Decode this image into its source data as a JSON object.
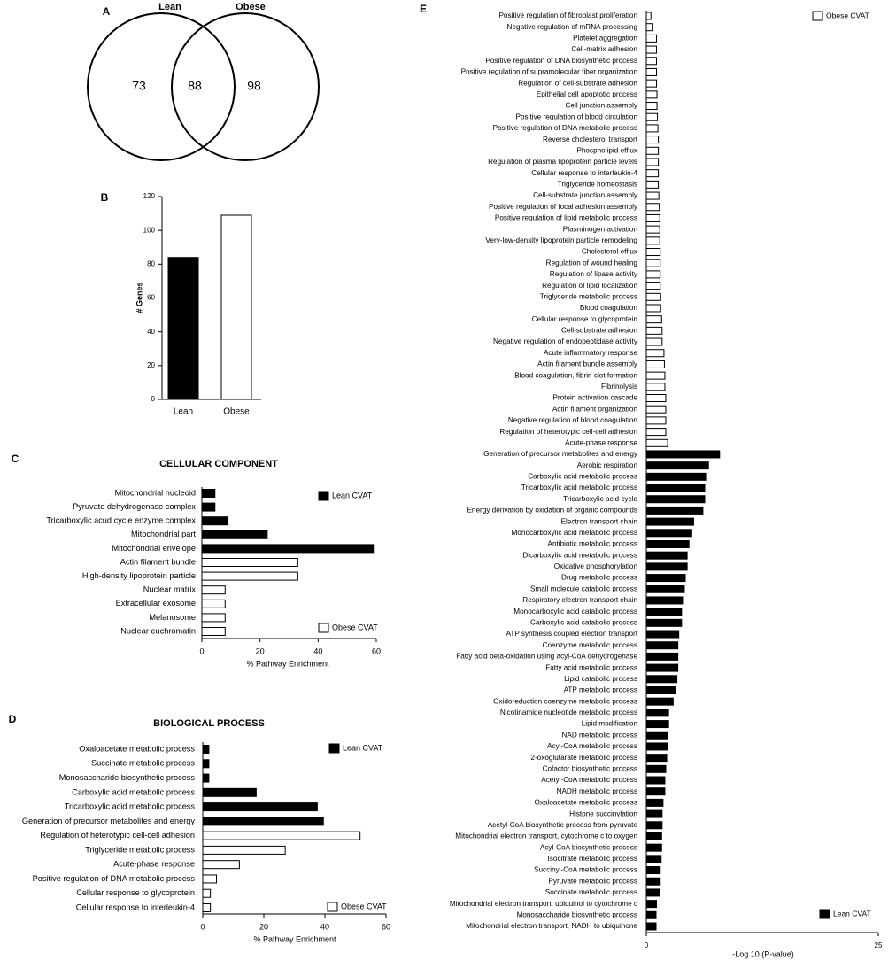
{
  "panels": {
    "A": {
      "letter": "A",
      "left_label": "Lean",
      "right_label": "Obese",
      "left_only": "73",
      "overlap": "88",
      "right_only": "98"
    },
    "B": {
      "letter": "B"
    },
    "C": {
      "letter": "C",
      "title": "CELLULAR COMPONENT"
    },
    "D": {
      "letter": "D",
      "title": "BIOLOGICAL PROCESS"
    },
    "E": {
      "letter": "E"
    }
  },
  "colors": {
    "lean": "#000000",
    "obese": "#ffffff",
    "stroke": "#000000"
  },
  "chart_data": [
    {
      "id": "B",
      "type": "bar",
      "categories": [
        "Lean",
        "Obese"
      ],
      "values": [
        84,
        109
      ],
      "ylabel": "# Genes",
      "ylim": [
        0,
        120
      ],
      "yticks": [
        0,
        20,
        40,
        60,
        80,
        100,
        120
      ],
      "colors": [
        "lean",
        "obese"
      ]
    },
    {
      "id": "C",
      "type": "bar",
      "orientation": "horizontal",
      "title": "CELLULAR COMPONENT",
      "xlabel": "% Pathway Enrichment",
      "xlim": [
        0,
        60
      ],
      "xticks": [
        0,
        20,
        40,
        60
      ],
      "legend": [
        {
          "name": "Lean CVAT",
          "color": "lean",
          "position": "top-right"
        },
        {
          "name": "Obese CVAT",
          "color": "obese",
          "position": "bottom-right"
        }
      ],
      "categories": [
        "Mitochondrial nucleoid",
        "Pyruvate dehydrogenase complex",
        "Tricarboxylic acud cycle enzyme complex",
        "Mitochondrial part",
        "Mitochondrial envelope",
        "Actin filament bundle",
        "High-density lipoprotein particle",
        "Nuclear matrix",
        "Extracellular exosome",
        "Melanosome",
        "Nuclear euchromatin"
      ],
      "values": [
        4.5,
        4.5,
        9,
        22.5,
        59,
        33,
        33,
        8,
        8,
        8,
        8
      ],
      "groups": [
        "lean",
        "lean",
        "lean",
        "lean",
        "lean",
        "obese",
        "obese",
        "obese",
        "obese",
        "obese",
        "obese"
      ]
    },
    {
      "id": "D",
      "type": "bar",
      "orientation": "horizontal",
      "title": "BIOLOGICAL PROCESS",
      "xlabel": "% Pathway Enrichment",
      "xlim": [
        0,
        60
      ],
      "xticks": [
        0,
        20,
        40,
        60
      ],
      "legend": [
        {
          "name": "Lean CVAT",
          "color": "lean",
          "position": "top-right"
        },
        {
          "name": "Obese CVAT",
          "color": "obese",
          "position": "bottom-right"
        }
      ],
      "categories": [
        "Oxaloacetate metabolic process",
        "Succinate metabolic process",
        "Monosaccharide biosynthetic process",
        "Carboxylic acid metabolic process",
        "Tricarboxylic acid metabolic process",
        "Generation of precursor metabolites and energy",
        "Regulation of heterotypic cell-cell adhesion",
        "Triglyceride metabolic process",
        "Acute-phase response",
        "Positive regulation of DNA metabolic process",
        "Cellular response to glycoprotein",
        "Cellular response to interleukin-4"
      ],
      "values": [
        2,
        2,
        2,
        17.5,
        37.5,
        39.5,
        51.5,
        27,
        12,
        4.5,
        2.5,
        2.5
      ],
      "groups": [
        "lean",
        "lean",
        "lean",
        "lean",
        "lean",
        "lean",
        "obese",
        "obese",
        "obese",
        "obese",
        "obese",
        "obese"
      ]
    },
    {
      "id": "E",
      "type": "bar",
      "orientation": "horizontal",
      "xlabel": "-Log 10 (P-value)",
      "xlim": [
        0,
        25
      ],
      "xticks": [
        0,
        25
      ],
      "legend": [
        {
          "name": "Obese CVAT",
          "color": "obese",
          "position": "top-right"
        },
        {
          "name": "Lean CVAT",
          "color": "lean",
          "position": "bottom-right"
        }
      ],
      "categories": [
        "Positive regulation of fibroblast proliferation",
        "Negative regulation of mRNA processing",
        "Platelet aggregation",
        "Cell-matrix adhesion",
        "Positive regulation of DNA biosynthetic process",
        "Positive regulation of supramolecular fiber organization",
        "Regulation of cell-substrate adhesion",
        "Epithelial cell apoptotic process",
        "Cell junction assembly",
        "Positive regulation of blood circulation",
        "Positive regulation of DNA metabolic process",
        "Reverse cholesterol transport",
        "Phospholipid efflux",
        "Regulation of plasma lipoprotein particle levels",
        "Cellular response to interleukin-4",
        "Triglyceride homeostasis",
        "Cell-substrate junction assembly",
        "Positive regulation of focal adhesion assembly",
        "Positive regulation of lipid metabolic process",
        "Plasminogen activation",
        "Very-low-density lipoprotein particle remodeling",
        "Cholesterol efflux",
        "Regulation of wound healing",
        "Regulation of lipase activity",
        "Regulation of lipid localization",
        "Triglyceride metabolic process",
        "Blood coagulation",
        "Cellular response to glycoprotein",
        "Cell-substrate adhesion",
        "Negative regulation of endopeptidase activity",
        "Acute inflammatory response",
        "Actin filament bundle assembly",
        "Blood coagulation, fibrin clot formation",
        "Fibrinolysis",
        "Protein activation cascade",
        "Actin filament organization",
        "Negative regulation of blood coagulation",
        "Regulation of heterotypic cell-cell adhesion",
        "Acute-phase response",
        "Generation of precursor metabolites and energy",
        "Aerobic respiration",
        "Carboxylic acid metabolic process",
        "Tricarboxylic acid metabolic process",
        "Tricarboxylic acid cycle",
        "Energy derivation by oxidation of organic compounds",
        "Electron transport chain",
        "Monocarboxylic acid metabolic process",
        "Antibiotic metabolic process",
        "Dicarboxylic acid metabolic process",
        "Oxidative phosphorylation",
        "Drug metabolic process",
        "Small molecule catabolic process",
        "Respiratory electron transport chain",
        "Monocarboxylic acid catabolic process",
        "Carboxylic acid catabolic process",
        "ATP synthesis coupled electron transport",
        "Coenzyme metabolic process",
        "Fatty acid beta-oxidation using acyl-CoA dehydrogenase",
        "Fatty acid metabolic process",
        "Lipid catabolic process",
        "ATP metabolic process",
        "Oxidoreduction coenzyme metabolic process",
        "Nicotinamide nucleotide metabolic process",
        "Lipid modification",
        "NAD metabolic process",
        "Acyl-CoA metabolic process",
        "2-oxoglutarate metabolic process",
        "Cofactor biosynthetic process",
        "Acetyl-CoA metabolic process",
        "NADH metabolic process",
        "Oxaloacetate metabolic process",
        "Histone succinylation",
        "Acetyl-CoA biosynthetic process from pyruvate",
        "Mitochondrial electron transport, cytochrome c to oxygen",
        "Acyl-CoA biosynthetic process",
        "Isocitrate metabolic process",
        "Succinyl-CoA metabolic process",
        "Pyruvate metabolic process",
        "Succinate metabolic process",
        "Mitochondrial electron transport, ubiquinol to cytochrome c",
        "Monosaccharide biosynthetic process",
        "Mitochondrial electron transport, NADH to ubiquinone"
      ],
      "values": [
        0.5,
        0.7,
        1.1,
        1.1,
        1.1,
        1.1,
        1.1,
        1.15,
        1.15,
        1.2,
        1.25,
        1.3,
        1.3,
        1.3,
        1.3,
        1.3,
        1.35,
        1.4,
        1.45,
        1.45,
        1.45,
        1.5,
        1.5,
        1.5,
        1.5,
        1.55,
        1.55,
        1.65,
        1.7,
        1.7,
        1.9,
        1.95,
        2.0,
        2.0,
        2.1,
        2.1,
        2.1,
        2.1,
        2.3,
        7.9,
        6.7,
        6.4,
        6.3,
        6.3,
        6.1,
        5.1,
        4.9,
        4.6,
        4.4,
        4.4,
        4.2,
        4.1,
        4.0,
        3.8,
        3.8,
        3.5,
        3.4,
        3.4,
        3.4,
        3.3,
        3.1,
        2.9,
        2.4,
        2.4,
        2.3,
        2.3,
        2.2,
        2.1,
        2.0,
        2.0,
        1.8,
        1.7,
        1.7,
        1.65,
        1.65,
        1.6,
        1.5,
        1.5,
        1.4,
        1.1,
        1.05,
        1.05
      ],
      "obese_count": 39
    }
  ]
}
